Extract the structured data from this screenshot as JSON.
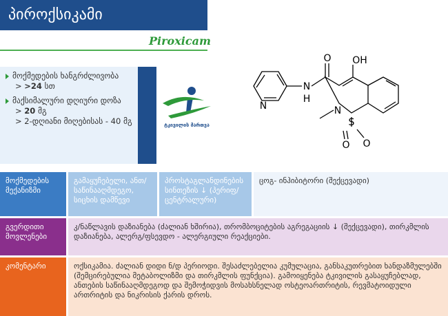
{
  "header": {
    "title": "პიროქსიკამი",
    "latin_name": "Piroxicam"
  },
  "info": {
    "duration_label": "მოქმედების ხანგრძლივობა",
    "duration_value": ">24",
    "duration_unit": "სთ",
    "maxdose_label": "მაქსიმალური დღიური დოზა",
    "maxdose_value": "20",
    "maxdose_unit": "მგ",
    "maxdose_note": "2-დღიანი მიღებისას - 40 მგ"
  },
  "logo": {
    "text": "ტკივილის მართვა",
    "colors": {
      "blue": "#1f4e8c",
      "green": "#2e9a3a"
    }
  },
  "structure": {
    "atoms": [
      "OH",
      "O",
      "N",
      "H",
      "N",
      "S",
      "O",
      "O",
      "N"
    ]
  },
  "rows": {
    "mechanism": {
      "label": "მოქმედების მექანიზმი",
      "effects": "გამაყუჩებელი, ანთ/საწინააღმდეგო, სიცხის დამწევი",
      "prostaglandin": "პროსტაგლანდინების სინთეზის ↓ (პერიფ/ცენტრალური)",
      "cox": "ცოგ- ინჰიბიტორი (შექცევადი)"
    },
    "side_effects": {
      "label": "გვერდითი მოვლენები",
      "text": "კ/ნაწლავის დაზიანება (ძალიან ხშირია), თრომბოციტების აგრეგაციის ↓ (შექცევადი), თირკმლის დაზიანება, ალერგ/ფსევდო - ალერგიული რეაქციები."
    },
    "comments": {
      "label": "კომენტარი",
      "text": "ოქსიკამია. ძალიან დიდი ნ/დ პერიოდი. შესაძლებელია კუმულაცია, განსაკუთრებით ხანდაზმულებში (შემცირებულია მეტაბოლიზმი და თირკმლის ფუნქცია). გამოიყენება ტკივილის გასაყუჩებლად, ანთების საწინააღმდეგოდ და შემოჭიდვის მოსახსნელად ოსტეოართრიტის, რევმატოიდული ართრიტის და ნიკრისის ქარის დროს."
    }
  },
  "colors": {
    "title_bg": "#1f4e8c",
    "latin": "#2e9a3a",
    "mechanism_label": "#3b7cc4",
    "side_effects_label": "#8a2f8c",
    "comments_label": "#e8641e"
  }
}
